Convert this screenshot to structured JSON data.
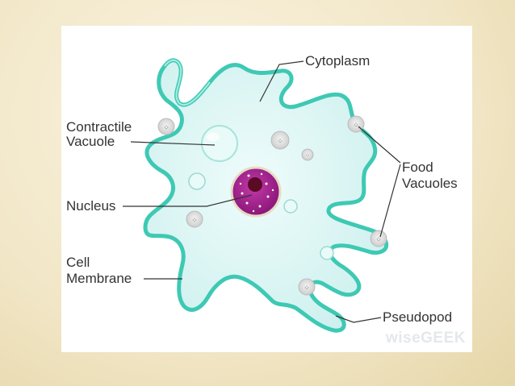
{
  "labels": {
    "cytoplasm": "Cytoplasm",
    "contractile_vacuole_1": "Contractile",
    "contractile_vacuole_2": "Vacuole",
    "nucleus": "Nucleus",
    "cell_membrane_1": "Cell",
    "cell_membrane_2": "Membrane",
    "food_vacuoles_1": "Food",
    "food_vacuoles_2": "Vacuoles",
    "pseudopod": "Pseudopod"
  },
  "brand": "wiseGEEK",
  "colors": {
    "cell_fill": "#d8f5f3",
    "membrane": "#3ec9b4",
    "nucleus": "#9c1f8a",
    "nucleolus": "#5a0a25",
    "background": "#f1e6c6"
  }
}
